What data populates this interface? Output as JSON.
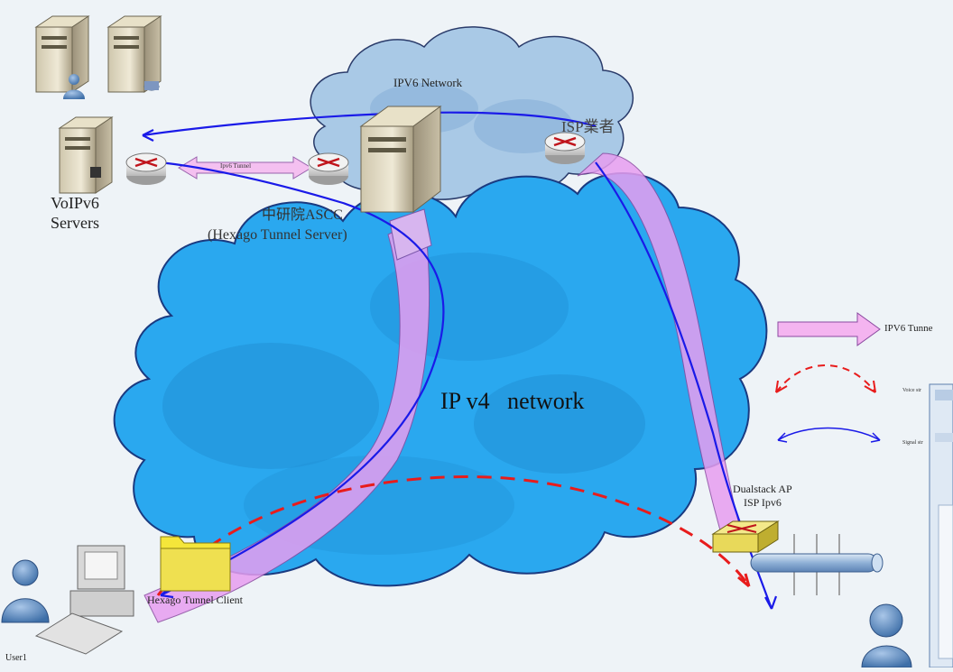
{
  "labels": {
    "voip_servers_line1": "VoIPv6",
    "voip_servers_line2": "Servers",
    "ipv6_network": "IPV6 Network",
    "isp_vendor": "ISP業者",
    "ipv6_tunnel_small": "Ipv6 Tunnel",
    "ascc_line1": "中研院ASCC",
    "ascc_line2": "(Hexago Tunnel Server)",
    "ipv4_network": "IP v4   network",
    "dualstack_line1": "Dualstack AP",
    "dualstack_line2": "ISP Ipv6",
    "tunnel_client": "Hexago Tunnel Client",
    "user1": "User1",
    "legend_tunnel": "IPV6 Tunne",
    "legend_voice": "Voice str",
    "legend_signal": "Signal str"
  },
  "colors": {
    "ipv4_cloud": "#2aa8ef",
    "ipv6_cloud": "#a9c9e6",
    "tunnel_pink": "#f4b4f0",
    "signal_blue": "#1a1ae8",
    "voice_red": "#e81c1c"
  },
  "icons": [
    "server-icon",
    "router-icon",
    "folder-icon",
    "user-icon",
    "computer-icon",
    "switch-icon",
    "hub-bus-icon"
  ]
}
